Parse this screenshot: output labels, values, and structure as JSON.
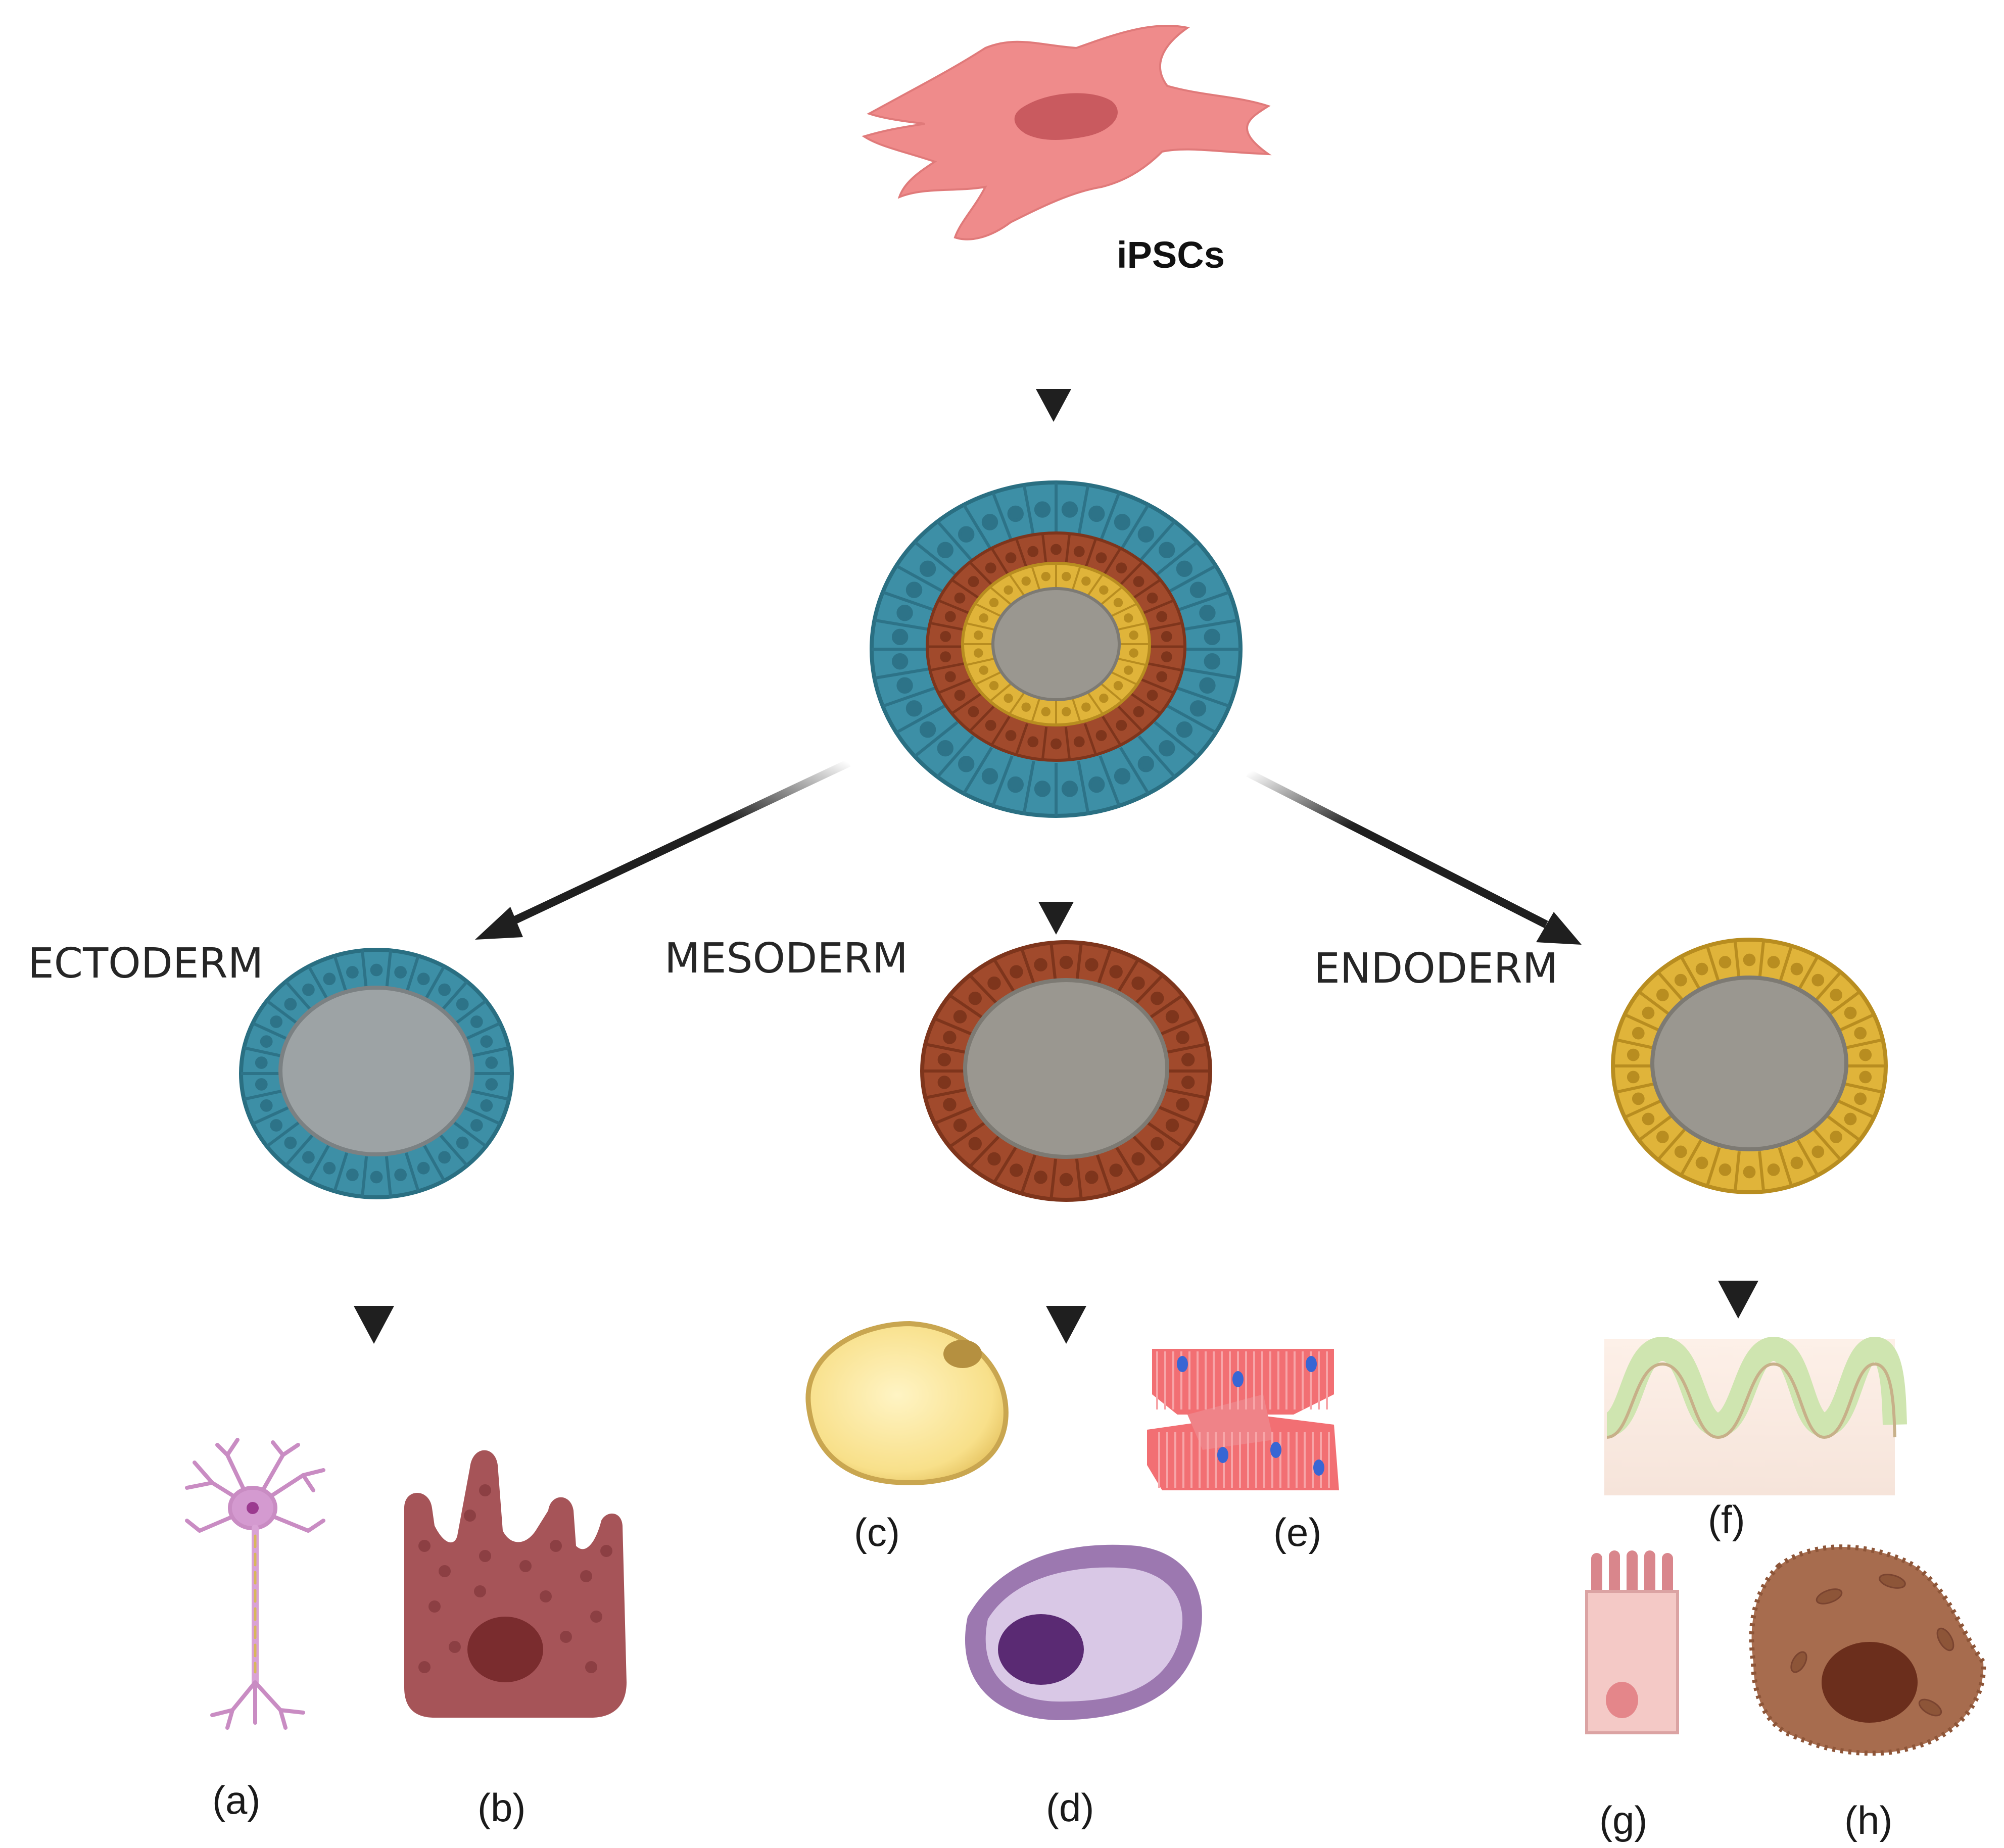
{
  "labels": {
    "ipsc": "iPSCs",
    "ectoderm": "ECTODERM",
    "mesoderm": "MESODERM",
    "endoderm": "ENDODERM",
    "a": "(a)",
    "b": "(b)",
    "c": "(c)",
    "d": "(d)",
    "e": "(e)",
    "f": "(f)",
    "g": "(g)",
    "h": "(h)"
  },
  "colors": {
    "ipsc_cell": "#ef8b8b",
    "ectoderm": "#3d8fa6",
    "mesoderm": "#a14a2c",
    "endoderm": "#e0b43a",
    "core": "#9a9790",
    "arrow": "#1f1f1f"
  },
  "icons": {
    "ipsc": "ipsc-cell-icon",
    "embryoid": "embryoid-body-icon",
    "neuron": "neuron-icon",
    "epithelial": "epithelial-cell-icon",
    "adipocyte": "adipocyte-icon",
    "immune": "blood-cell-icon",
    "muscle": "cardiomyocyte-icon",
    "intestine": "intestinal-villi-icon",
    "columnar": "columnar-cell-icon",
    "hepatocyte": "hepatocyte-icon"
  }
}
